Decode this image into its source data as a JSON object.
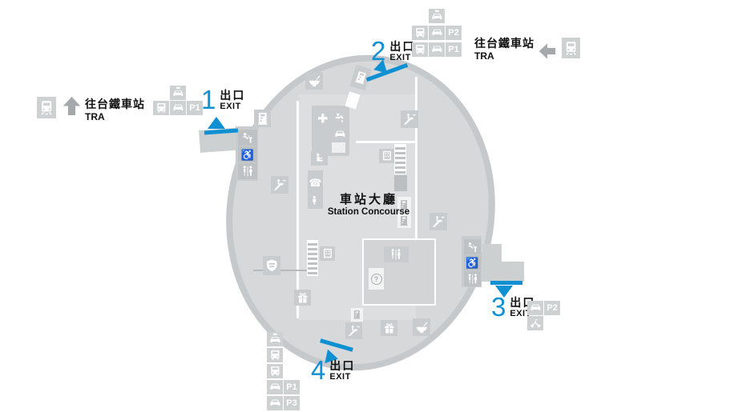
{
  "colors": {
    "accent_blue": "#0e90d2",
    "map_fill": "#d6d8d9",
    "map_ring": "#c6c9cb",
    "icon_box_gray": "#c9ccce"
  },
  "concourse": {
    "zh": "車站大廳",
    "en": "Station Concourse"
  },
  "tra_left": {
    "zh": "往台鐵車站",
    "en": "TRA"
  },
  "tra_right": {
    "zh": "往台鐵車站",
    "en": "TRA"
  },
  "exits": {
    "exit1": {
      "number": "1",
      "zh": "出口",
      "en": "EXIT"
    },
    "exit2": {
      "number": "2",
      "zh": "出口",
      "en": "EXIT"
    },
    "exit3": {
      "number": "3",
      "zh": "出口",
      "en": "EXIT"
    },
    "exit4": {
      "number": "4",
      "zh": "出口",
      "en": "EXIT"
    }
  },
  "parking": {
    "exit1_p1": "P1",
    "exit2_p2": "P2",
    "exit2_p1": "P1",
    "exit3_p2": "P2",
    "exit4_p1": "P1",
    "exit4_p3": "P3"
  },
  "glyphs": {
    "first_aid": "+",
    "info": "?",
    "phone": "☎",
    "wheelchair": "♿"
  }
}
